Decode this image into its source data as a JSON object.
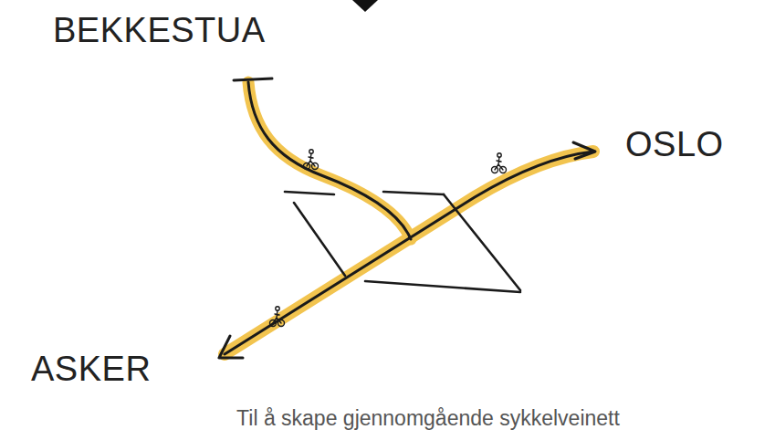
{
  "diagram": {
    "caption": "Til å skape gjennomgående sykkelveinett",
    "labels": [
      "BEKKESTUA",
      "OSLO",
      "ASKER"
    ]
  }
}
